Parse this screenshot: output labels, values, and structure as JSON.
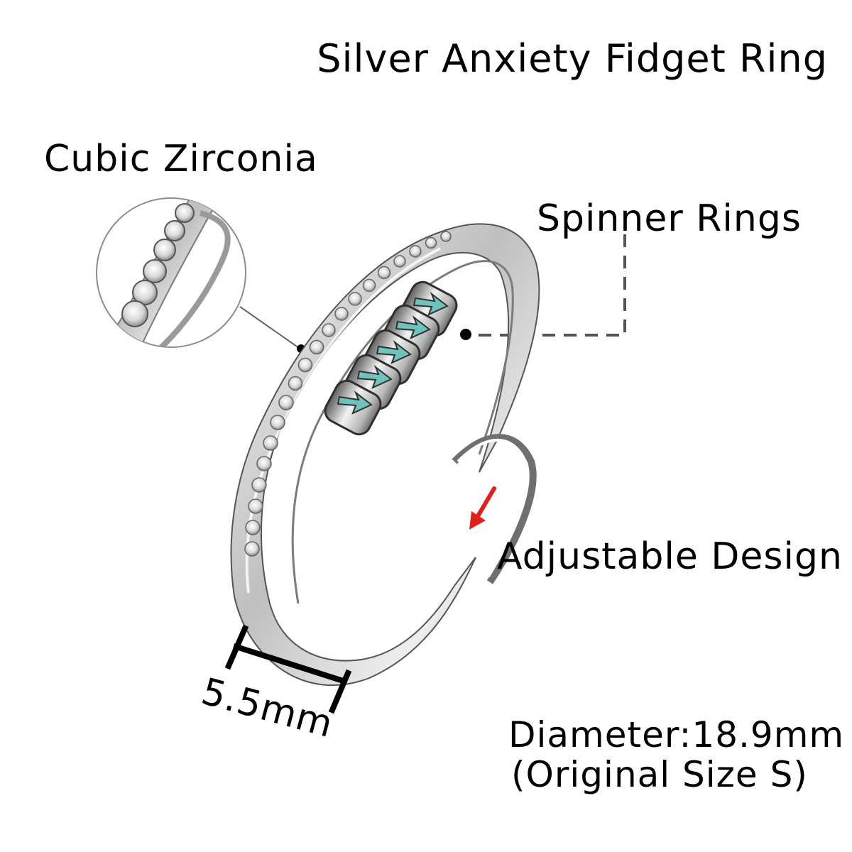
{
  "title": "Silver Anxiety Fidget Ring",
  "callouts": {
    "cubic_zirconia": "Cubic Zirconia",
    "spinner_rings": "Spinner Rings",
    "adjustable_design": "Adjustable Design"
  },
  "dimensions": {
    "band_width": "5.5mm",
    "diameter": "Diameter:18.9mm",
    "size_note": "(Original Size S)"
  },
  "colors": {
    "background": "#ffffff",
    "text": "#000000",
    "metal": "#d8d8d8",
    "spinner_arrow": "#6fc3bd",
    "adjust_arrow": "#e0201b"
  },
  "icons": {
    "spinner_arrow": "teal-right-arrow-icon",
    "adjust_arrow": "red-down-left-arrow-icon"
  }
}
